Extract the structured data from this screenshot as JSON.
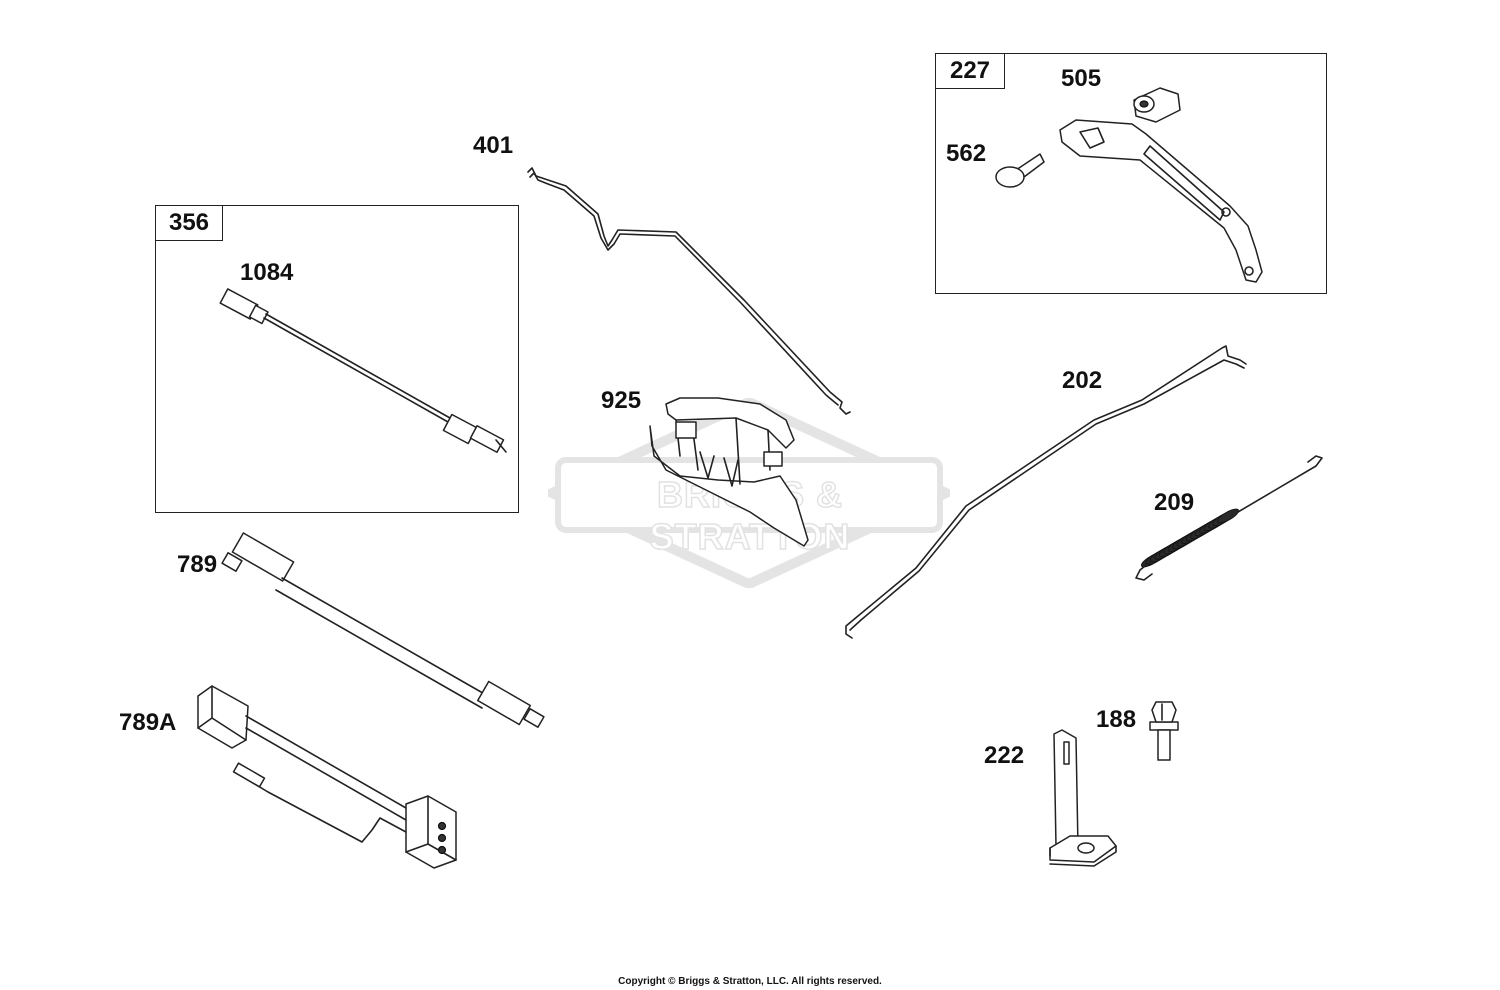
{
  "copyright": "Copyright © Briggs & Stratton, LLC. All rights reserved.",
  "watermark": "BRIGGS & STRATTON",
  "kits": [
    {
      "label": "356"
    },
    {
      "label": "227"
    }
  ],
  "parts": [
    {
      "label": "401"
    },
    {
      "label": "1084"
    },
    {
      "label": "925"
    },
    {
      "label": "505"
    },
    {
      "label": "562"
    },
    {
      "label": "202"
    },
    {
      "label": "209"
    },
    {
      "label": "789"
    },
    {
      "label": "789A"
    },
    {
      "label": "188"
    },
    {
      "label": "222"
    }
  ]
}
